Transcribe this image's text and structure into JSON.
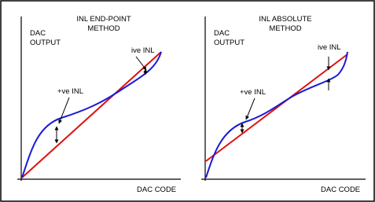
{
  "colors": {
    "background": "#ffffff",
    "frame": "#000000",
    "axis": "#000000",
    "dac_curve": "#1a1ad8",
    "reference_line": "#e01010",
    "arrow": "#000000"
  },
  "panels": [
    {
      "title_line1": "INL END-POINT",
      "title_line2": "METHOD",
      "ylabel_line1": "DAC",
      "ylabel_line2": "OUTPUT",
      "xlabel": "DAC CODE",
      "negative_label": "ive INL",
      "positive_label": "+ve INL"
    },
    {
      "title_line1": "INL ABSOLUTE",
      "title_line2": "METHOD",
      "ylabel_line1": "DAC",
      "ylabel_line2": "OUTPUT",
      "xlabel": "DAC CODE",
      "negative_label": "ive INL",
      "positive_label": "+ve INL"
    }
  ]
}
